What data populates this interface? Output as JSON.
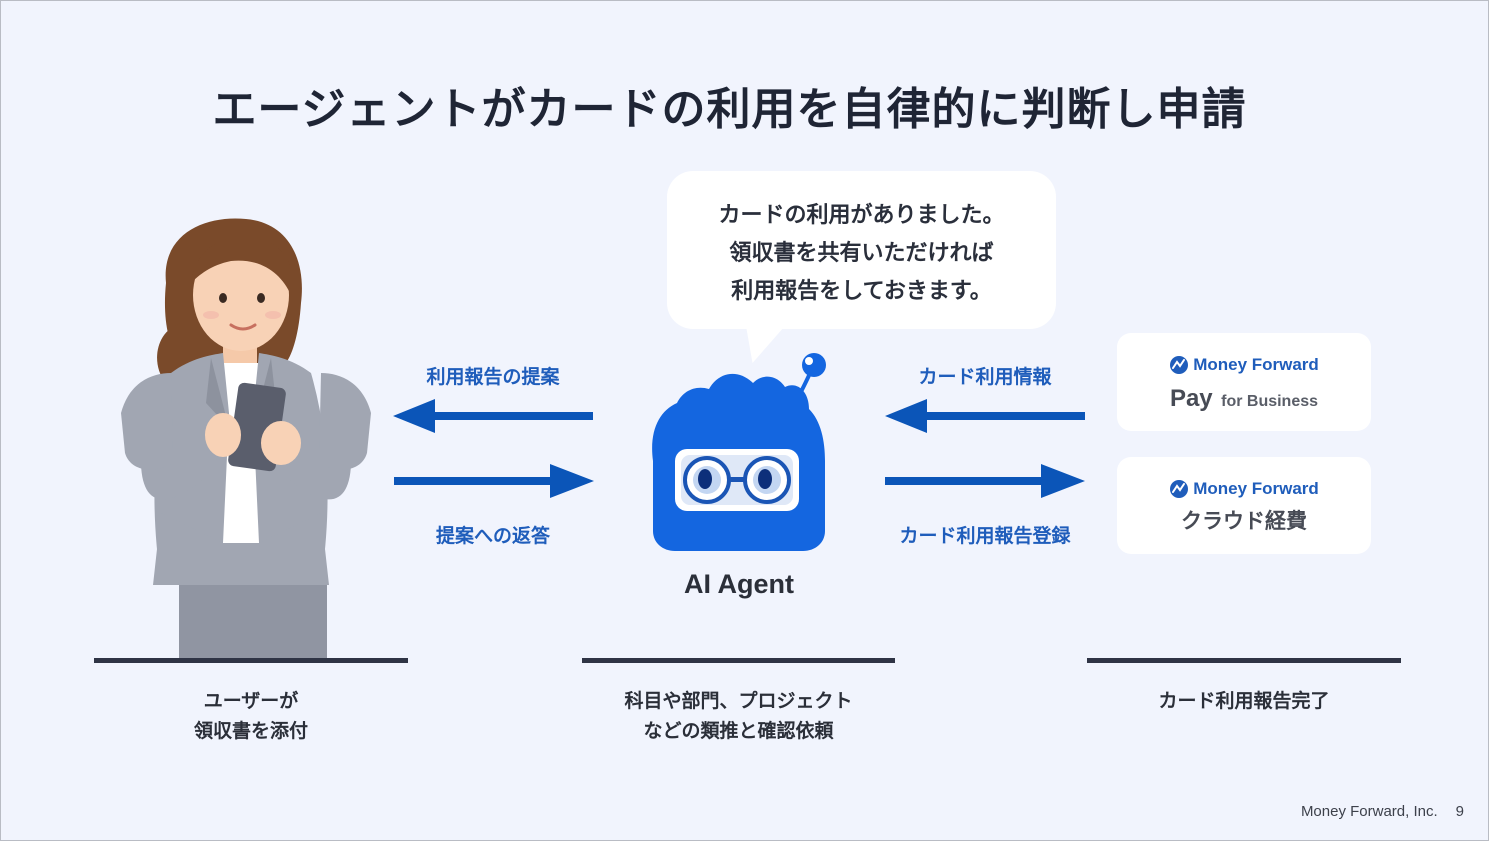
{
  "title": "エージェントがカードの利用を自律的に判断し申請",
  "bubble": {
    "lines": [
      "カードの利用がありました。",
      "領収書を共有いただければ",
      "利用報告をしておきます。"
    ]
  },
  "arrows": {
    "left_top": "利用報告の提案",
    "left_bottom": "提案への返答",
    "right_top": "カード利用情報",
    "right_bottom": "カード利用報告登録"
  },
  "agent": {
    "name": "AI Agent"
  },
  "services": [
    {
      "brand": "Money Forward",
      "product": "Pay",
      "product_sub": "for Business"
    },
    {
      "brand": "Money Forward",
      "product": "クラウド経費"
    }
  ],
  "captions": {
    "left": [
      "ユーザーが",
      "領収書を添付"
    ],
    "center": [
      "科目や部門、プロジェクト",
      "などの類推と確認依頼"
    ],
    "right": [
      "カード利用報告完了"
    ]
  },
  "footer": {
    "company": "Money Forward, Inc.",
    "page": "9"
  },
  "colors": {
    "background": "#f1f4fd",
    "accent": "#1f5dbb",
    "arrow": "#0b55b8",
    "agent_blue": "#1466e0",
    "text_dark": "#1f2535"
  }
}
